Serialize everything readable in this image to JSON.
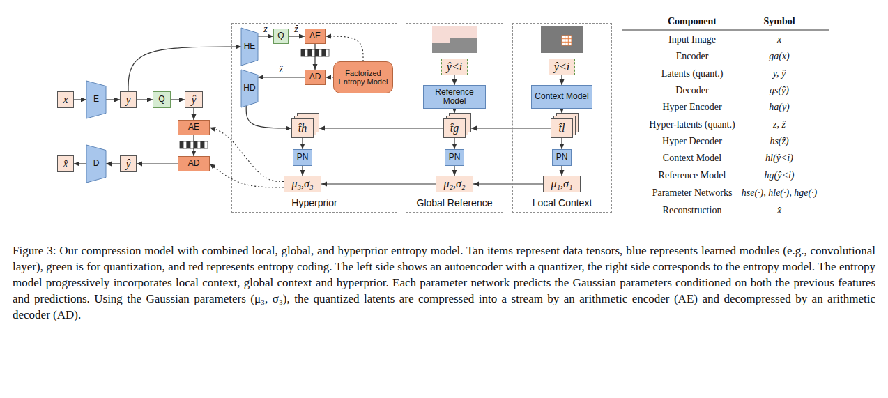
{
  "diagram": {
    "caption": "Figure 3: Our compression model with combined local, global, and hyperprior entropy model. Tan items represent data tensors, blue represents learned modules (e.g., convolutional layer), green is for quantization, and red represents entropy coding. The left side shows an autoencoder with a quantizer, the right side corresponds to the entropy model. The entropy model progressively incorporates local context, global context and hyperprior. Each parameter network predicts the Gaussian parameters conditioned on both the previous features and predictions. Using the Gaussian parameters (μ₃, σ₃), the quantized latents are compressed into a stream by an arithmetic encoder (AE) and decompressed by an arithmetic decoder (AD).",
    "nodes": [
      {
        "text": [
          "x"
        ]
      },
      {
        "text": [
          "E"
        ]
      },
      {
        "text": [
          "y"
        ]
      },
      {
        "text": [
          "Q"
        ]
      },
      {
        "text": [
          "ŷ"
        ]
      },
      {
        "text": [
          "AE"
        ]
      },
      {
        "text": [
          "AD"
        ]
      },
      {
        "text": [
          "x̂"
        ]
      },
      {
        "text": [
          "D"
        ]
      },
      {
        "text": [
          "ŷ"
        ]
      },
      {
        "text": [
          "Hyperprior"
        ]
      },
      {
        "text": [
          "HE"
        ],
        "in": 10
      },
      {
        "text": [
          "Q"
        ],
        "in": 10
      },
      {
        "text": [
          "AE"
        ],
        "in": 10
      },
      {
        "text": [
          "AD"
        ],
        "in": 10
      },
      {
        "text": [
          "Factorized Entropy Model"
        ],
        "in": 10
      },
      {
        "text": [
          "HD"
        ],
        "in": 10
      },
      {
        "text": [
          "t̂h"
        ],
        "in": 10
      },
      {
        "text": [
          "PN"
        ],
        "in": 10
      },
      {
        "text": [
          "μ₃,σ₃"
        ],
        "in": 10
      },
      {
        "text": [
          "Global Reference"
        ]
      },
      {
        "text": [
          "ŷ<i"
        ],
        "in": 20
      },
      {
        "text": [
          "Reference Model"
        ],
        "in": 20
      },
      {
        "text": [
          "t̂g"
        ],
        "in": 20
      },
      {
        "text": [
          "PN"
        ],
        "in": 20
      },
      {
        "text": [
          "μ₂,σ₂"
        ],
        "in": 20
      },
      {
        "text": [
          "Local Context"
        ]
      },
      {
        "text": [
          "ŷ<i"
        ],
        "in": 26
      },
      {
        "text": [
          "Context Model"
        ],
        "in": 26
      },
      {
        "text": [
          "t̂l"
        ],
        "in": 26
      },
      {
        "text": [
          "PN"
        ],
        "in": 26
      },
      {
        "text": [
          "μ₁,σ₁"
        ],
        "in": 26
      }
    ],
    "edges": [
      {
        "from": 0,
        "to": 1,
        "arrow": "to"
      },
      {
        "from": 1,
        "to": 2,
        "arrow": "to"
      },
      {
        "from": 2,
        "to": 3,
        "arrow": "to"
      },
      {
        "from": 3,
        "to": 4,
        "arrow": "to"
      },
      {
        "from": 4,
        "to": 5,
        "arrow": "to"
      },
      {
        "from": 5,
        "to": 6,
        "arrow": "to"
      },
      {
        "from": 6,
        "to": 9,
        "arrow": "to"
      },
      {
        "from": 9,
        "to": 8,
        "arrow": "to"
      },
      {
        "from": 8,
        "to": 7,
        "arrow": "to"
      },
      {
        "from": 2,
        "to": 11,
        "arrow": "to"
      },
      {
        "from": 11,
        "to": 12,
        "label": "z",
        "arrow": "to"
      },
      {
        "from": 12,
        "to": 13,
        "label": "ẑ",
        "arrow": "to"
      },
      {
        "from": 13,
        "to": 14,
        "arrow": "to"
      },
      {
        "from": 15,
        "to": 13,
        "arrow": "to"
      },
      {
        "from": 15,
        "to": 14,
        "arrow": "to"
      },
      {
        "from": 14,
        "to": 16,
        "label": "ẑ",
        "arrow": "to"
      },
      {
        "from": 16,
        "to": 17,
        "arrow": "to"
      },
      {
        "from": 17,
        "to": 18,
        "arrow": "to"
      },
      {
        "from": 18,
        "to": 19,
        "arrow": "to"
      },
      {
        "from": 19,
        "to": 5,
        "arrow": "to"
      },
      {
        "from": 19,
        "to": 6,
        "arrow": "to"
      },
      {
        "from": 21,
        "to": 22,
        "arrow": "to"
      },
      {
        "from": 22,
        "to": 23,
        "arrow": "to"
      },
      {
        "from": 23,
        "to": 24,
        "arrow": "to"
      },
      {
        "from": 24,
        "to": 25,
        "arrow": "to"
      },
      {
        "from": 23,
        "to": 17,
        "arrow": "to"
      },
      {
        "from": 25,
        "to": 19,
        "arrow": "to"
      },
      {
        "from": 27,
        "to": 28,
        "arrow": "to"
      },
      {
        "from": 28,
        "to": 29,
        "arrow": "to"
      },
      {
        "from": 29,
        "to": 30,
        "arrow": "to"
      },
      {
        "from": 30,
        "to": 31,
        "arrow": "to"
      },
      {
        "from": 29,
        "to": 23,
        "arrow": "to"
      },
      {
        "from": 31,
        "to": 25,
        "arrow": "to"
      }
    ],
    "labels": [
      "Component",
      "Symbol",
      "Input Image",
      "x",
      "Encoder",
      "ga(x)",
      "Latents (quant.)",
      "y, ŷ",
      "Decoder",
      "gs(ŷ)",
      "Hyper Encoder",
      "ha(y)",
      "Hyper-latents (quant.)",
      "z, ẑ",
      "Hyper Decoder",
      "hs(ẑ)",
      "Context Model",
      "hl(ŷ<i)",
      "Reference Model",
      "hg(ŷ<i)",
      "Parameter Networks",
      "hse(·), hle(·), hge(·)",
      "Reconstruction",
      "x̂"
    ]
  }
}
